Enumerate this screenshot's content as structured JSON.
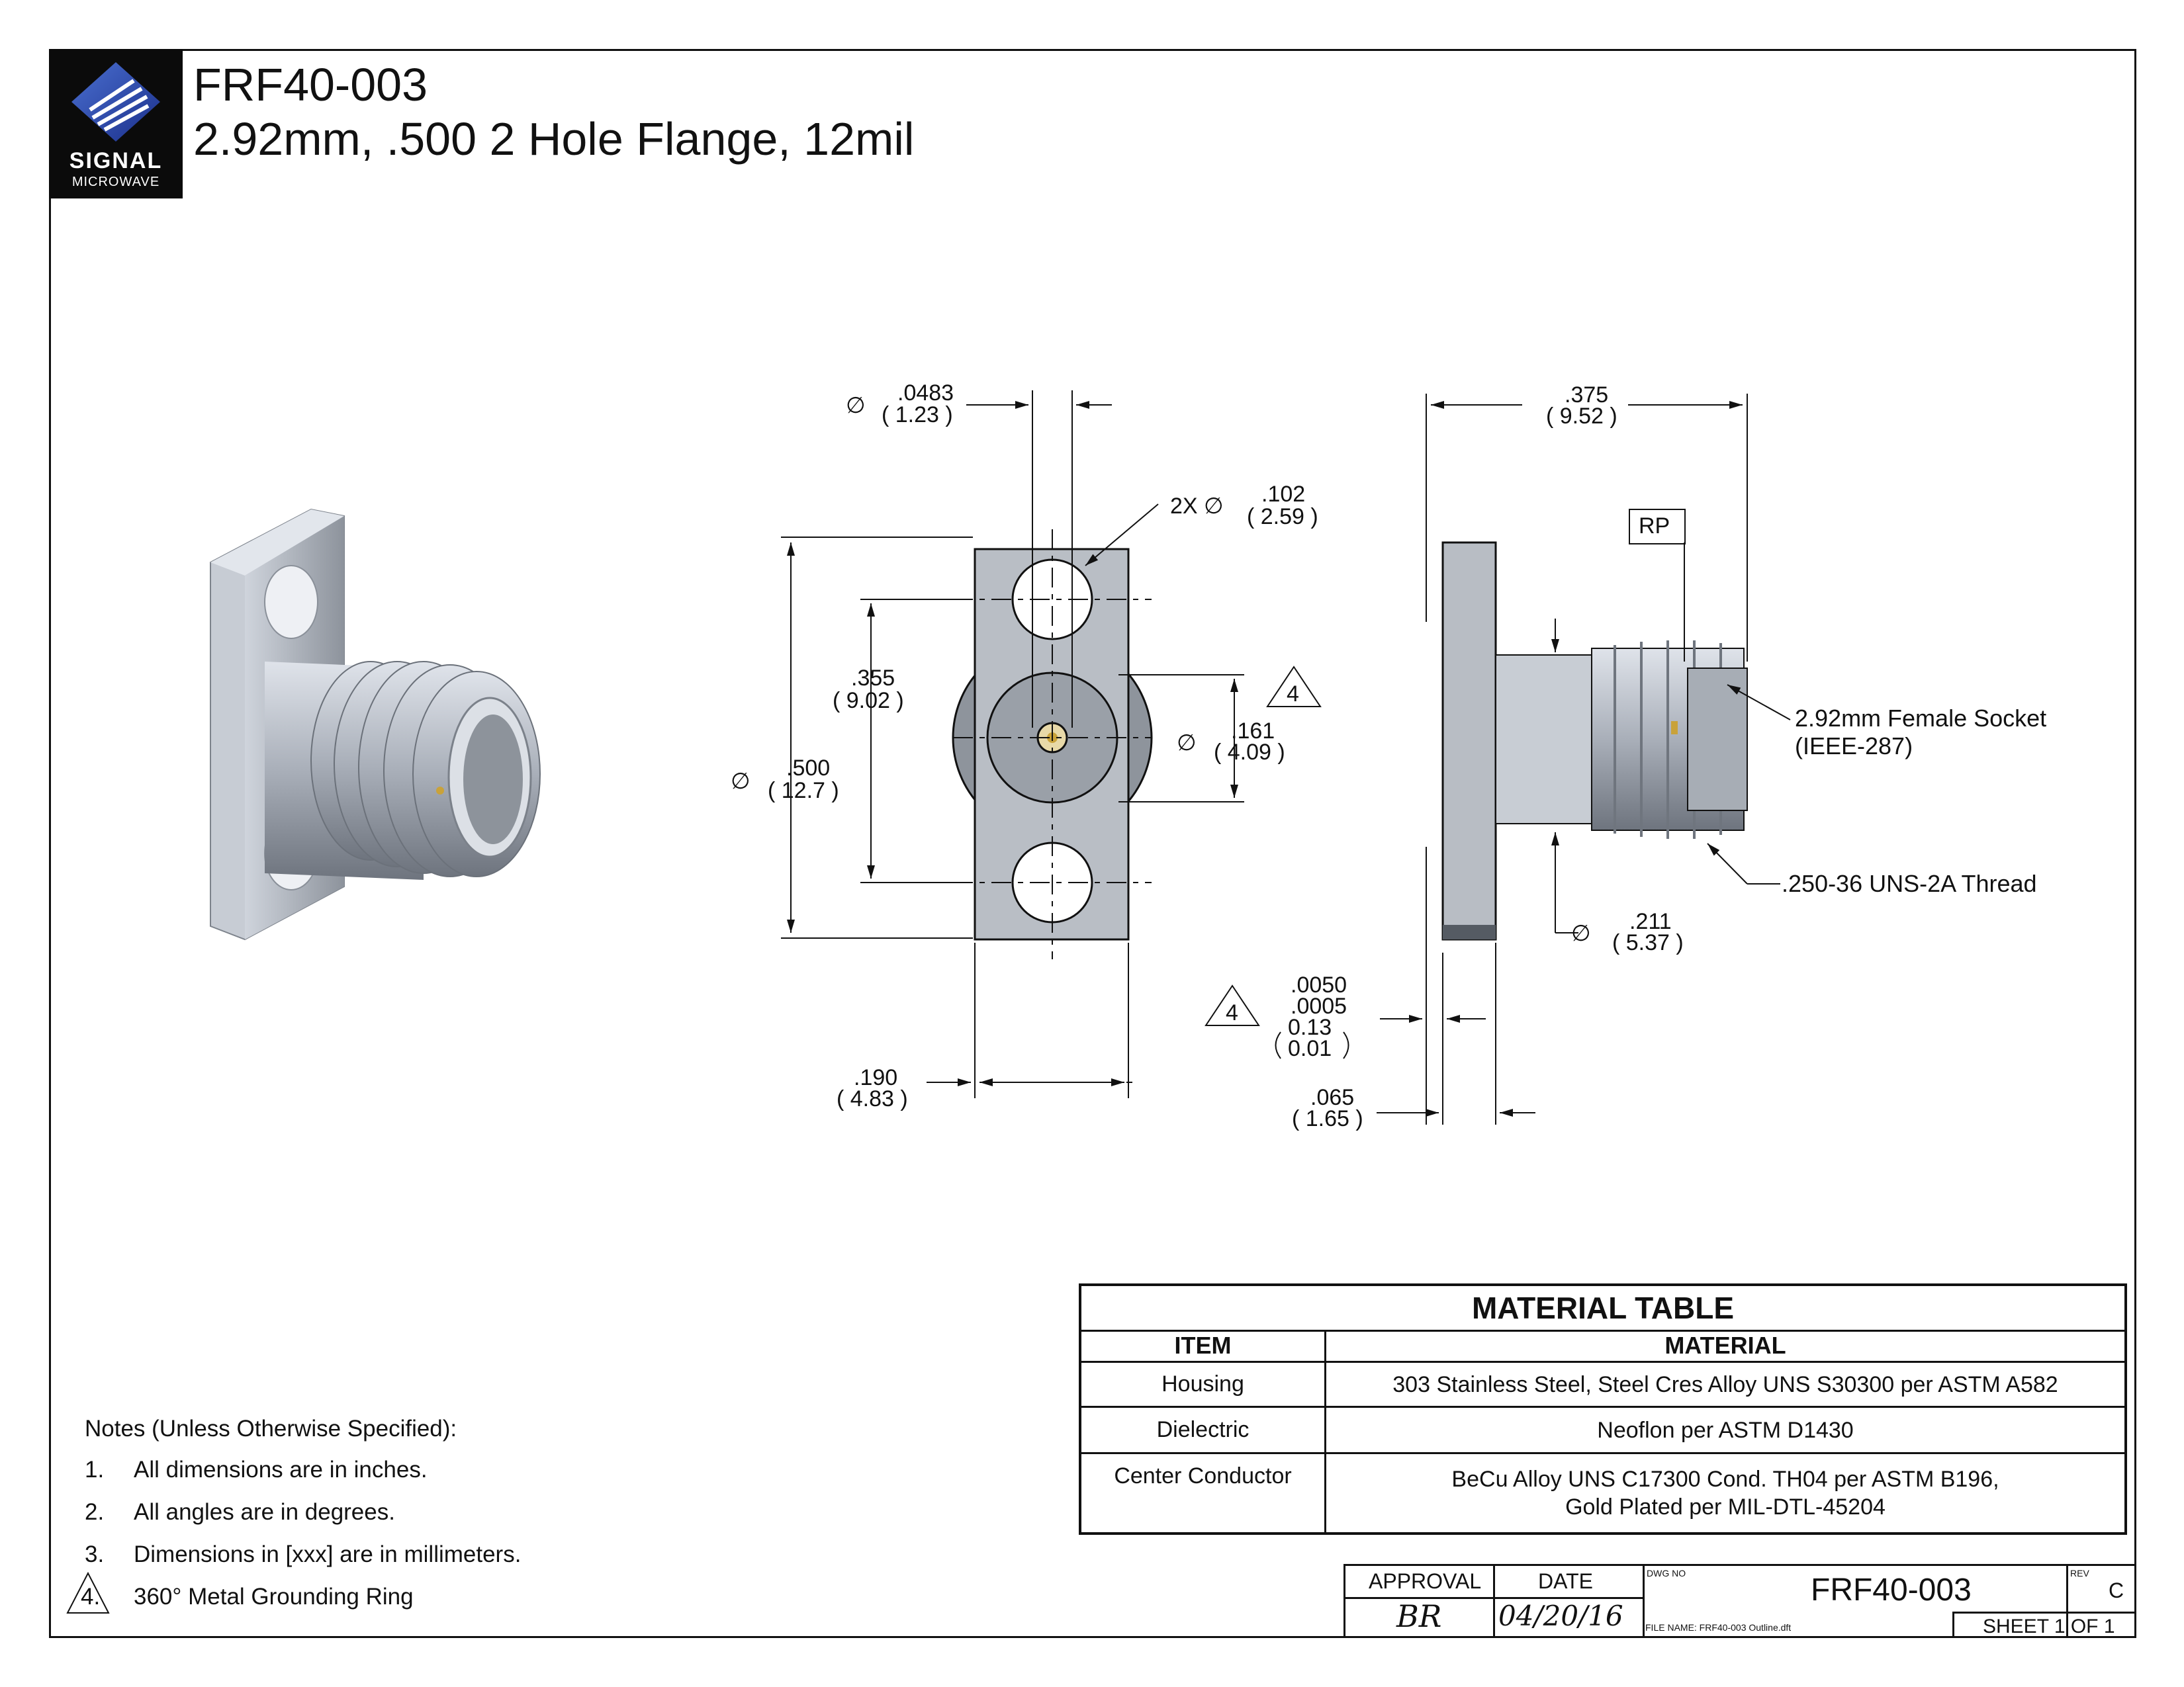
{
  "logo": {
    "line1": "SIGNAL",
    "line2": "MICROWAVE"
  },
  "title": {
    "part_number": "FRF40-003",
    "description": "2.92mm, .500  2 Hole Flange, 12mil"
  },
  "dimensions": {
    "pin_dia": {
      "in": ".0483",
      "mm": "( 1.23 )",
      "symbol": "∅"
    },
    "hole_dia": {
      "prefix": "2X ∅",
      "in": ".102",
      "mm": "( 2.59 )"
    },
    "flange_dia": {
      "symbol": "∅",
      "in": ".500",
      "mm": "( 12.7 )"
    },
    "hole_spacing": {
      "in": ".355",
      "mm": "( 9.02 )"
    },
    "ring_dia": {
      "symbol": "∅",
      "in": ".161",
      "mm": "( 4.09 )"
    },
    "flange_width": {
      "in": ".190",
      "mm": "( 4.83 )"
    },
    "overall_length": {
      "in": ".375",
      "mm": "( 9.52 )"
    },
    "body_dia": {
      "symbol": "∅",
      "in": ".211",
      "mm": "( 5.37 )"
    },
    "ring_tol": {
      "in1": ".0050",
      "in2": ".0005",
      "mm1": "0.13",
      "mm2": "0.01"
    },
    "flange_thk": {
      "in": ".065",
      "mm": "( 1.65 )"
    },
    "flag": "4",
    "rp": "RP"
  },
  "callouts": {
    "socket_line1": "2.92mm Female Socket",
    "socket_line2": "(IEEE-287)",
    "thread": ".250-36 UNS-2A Thread"
  },
  "material_table": {
    "title": "MATERIAL TABLE",
    "headers": [
      "ITEM",
      "MATERIAL"
    ],
    "rows": [
      {
        "item": "Housing",
        "material": "303 Stainless Steel, Steel Cres Alloy UNS S30300 per ASTM A582"
      },
      {
        "item": "Dielectric",
        "material": "Neoflon per ASTM D1430"
      },
      {
        "item": "Center Conductor",
        "material": "BeCu Alloy UNS C17300 Cond. TH04 per ASTM B196,\nGold Plated per MIL-DTL-45204"
      }
    ]
  },
  "notes": {
    "title": "Notes (Unless Otherwise Specified):",
    "items": [
      {
        "num": "1.",
        "text": "All dimensions are in inches."
      },
      {
        "num": "2.",
        "text": "All angles are in degrees."
      },
      {
        "num": "3.",
        "text": "Dimensions in [xxx] are in millimeters."
      },
      {
        "num": "4.",
        "text": "360° Metal Grounding Ring"
      }
    ]
  },
  "title_block": {
    "approval_label": "APPROVAL",
    "date_label": "DATE",
    "dwg_no_label": "DWG NO",
    "dwg_no": "FRF40-003",
    "rev_label": "REV",
    "rev": "C",
    "approval": "BR",
    "date": "04/20/16",
    "file_name": "FILE NAME: FRF40-003 Outline.dft",
    "sheet": "SHEET 1 OF 1"
  }
}
